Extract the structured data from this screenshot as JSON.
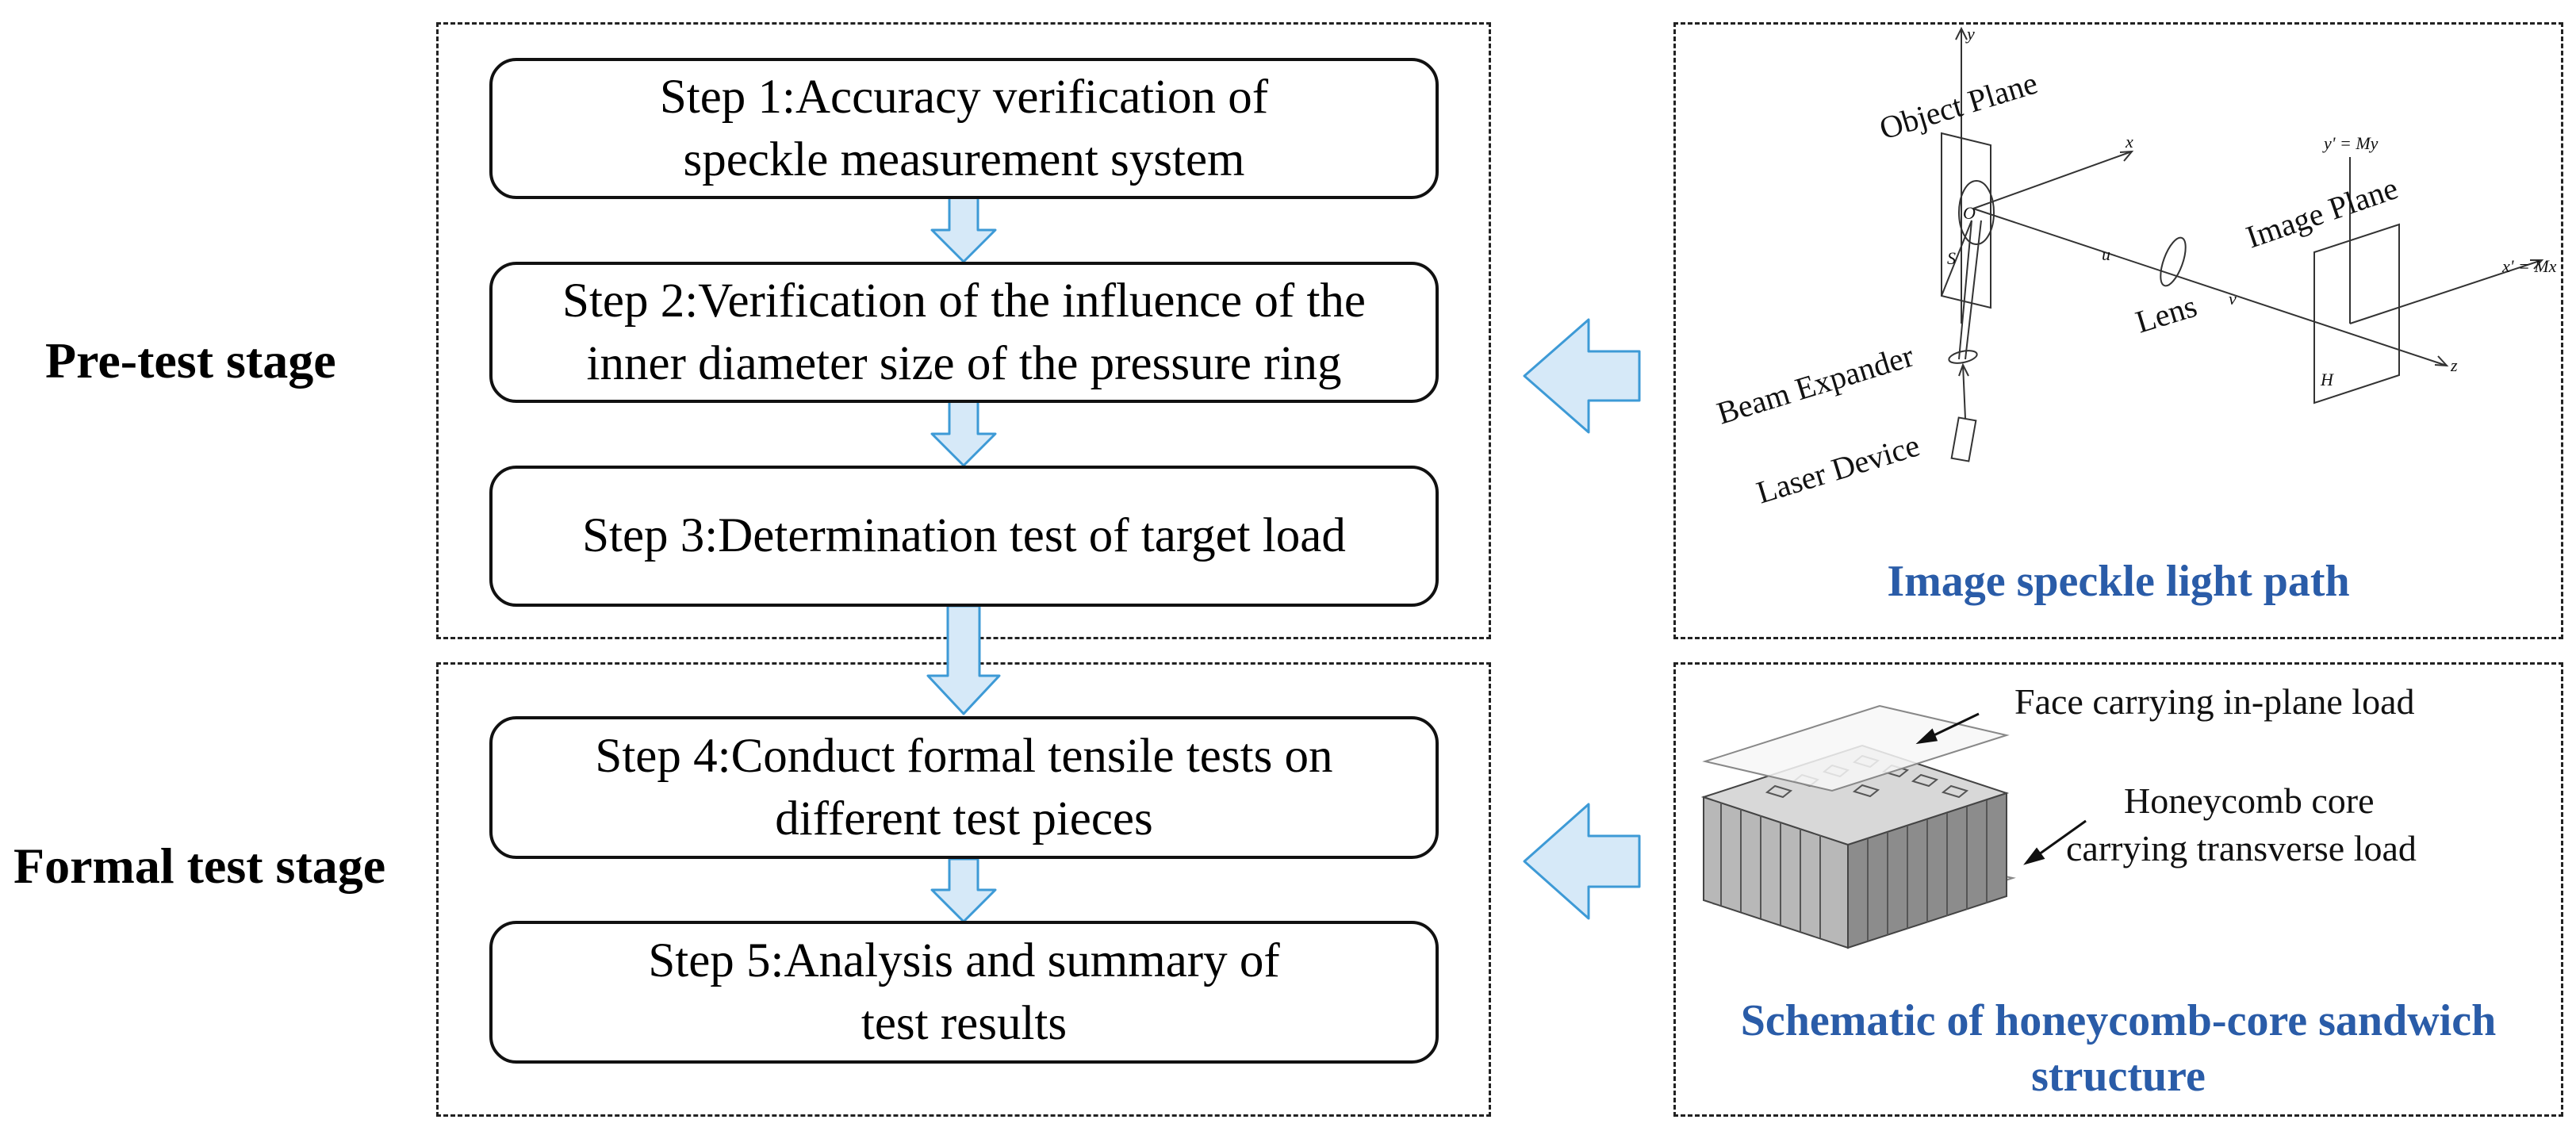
{
  "stages": {
    "pretest": "Pre-test stage",
    "formal": "Formal test stage"
  },
  "steps": [
    {
      "line1": "Step 1:Accuracy verification of",
      "line2": "speckle measurement system"
    },
    {
      "line1": "Step 2:Verification of the influence of the",
      "line2": "inner diameter size of the pressure ring"
    },
    {
      "line1": "Step 3:Determination test of target load",
      "line2": ""
    },
    {
      "line1": "Step 4:Conduct formal tensile tests on",
      "line2": "different test pieces"
    },
    {
      "line1": "Step 5:Analysis and summary of",
      "line2": "test results"
    }
  ],
  "speckle_panel": {
    "caption": "Image speckle light path",
    "labels": {
      "object_plane": "Object Plane",
      "image_plane": "Image Plane",
      "lens": "Lens",
      "beam_expander": "Beam Expander",
      "laser_device": "Laser Device",
      "axis_y": "y",
      "axis_x": "x",
      "axis_z": "z",
      "origin": "O",
      "s": "S",
      "h": "H",
      "u": "u",
      "v": "v",
      "y_prime": "y' = My",
      "x_prime": "x' = Mx"
    }
  },
  "honeycomb_panel": {
    "caption_line1": "Schematic of honeycomb-core sandwich",
    "caption_line2": "structure",
    "face_label": "Face carrying in-plane load",
    "core_label_line1": "Honeycomb core",
    "core_label_line2": "carrying transverse load"
  },
  "colors": {
    "caption_blue": "#2a5ca8",
    "arrow_fill": "#d6e9f8",
    "arrow_stroke": "#3d9ad6"
  }
}
